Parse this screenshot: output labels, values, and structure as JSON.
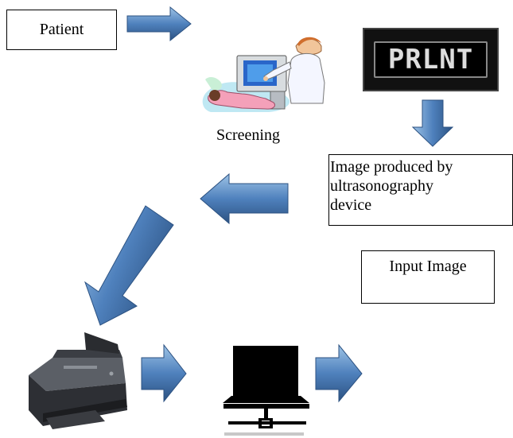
{
  "nodes": {
    "patient": "Patient",
    "screening": "Screening",
    "print_sign": "PRLNT",
    "image_caption_lines": [
      "Image produced by",
      "ultrasonography",
      "device"
    ],
    "input_image": "Input Image"
  },
  "colors": {
    "arrow_fill": "#4f81bd",
    "arrow_dark": "#2c5282",
    "arrow_light": "#9dc3e6"
  },
  "icons": {
    "screening": "ultrasound-screening-clipart",
    "printer": "printer-scanner-icon",
    "computer": "network-computer-icon"
  }
}
